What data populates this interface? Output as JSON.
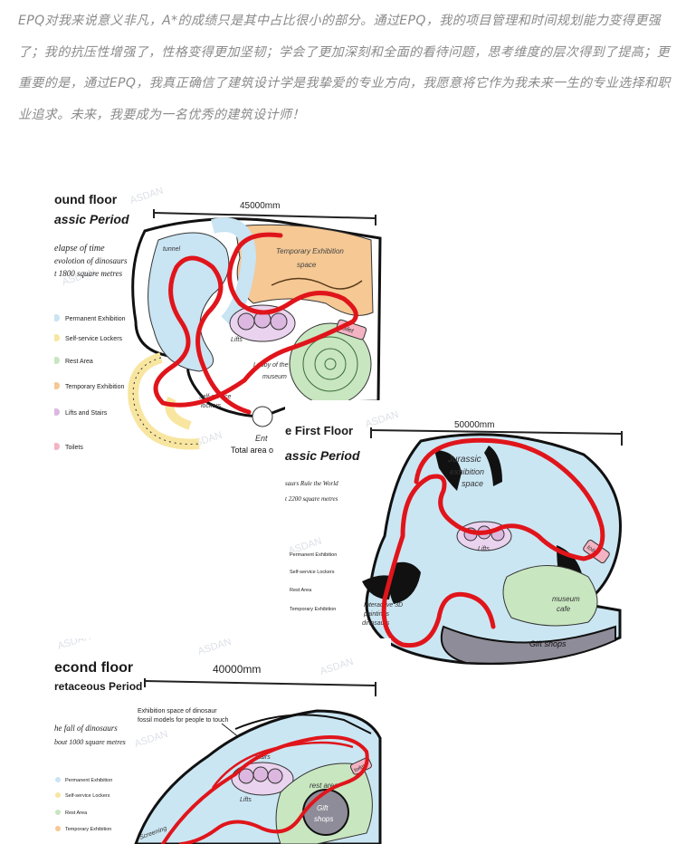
{
  "article": {
    "paragraph": "EPQ对我来说意义非凡，A*的成绩只是其中占比很小的部分。通过EPQ，我的项目管理和时间规划能力变得更强了；我的抗压性增强了，性格变得更加坚韧；学会了更加深刻和全面的看待问题，思考维度的层次得到了提高；更重要的是，通过EPQ，我真正确信了建筑设计学是我挚爱的专业方向，我愿意将它作为我未来一生的专业选择和职业追求。未来，我要成为一名优秀的建筑设计师！"
  },
  "watermark": "ASDAN",
  "ground_floor": {
    "floor_label": "ound floor",
    "period": "assic Period",
    "theme": "elapse of time",
    "theme2": "evolotion of dinosaurs",
    "area": "t 1800 square metres",
    "dimension": "45000mm",
    "legend": [
      "Permanent Exhibition",
      "Self-service Lockers",
      "Rest Area",
      "Temporary Exhibition",
      "Lifts and Stairs",
      "Toilets"
    ],
    "labels": {
      "tunnel": "tunnel",
      "temp": "Temporary Exhibition",
      "space": "space",
      "lifts": "Lifts",
      "lobby": "Lobby of the",
      "museum": "museum",
      "toilet": "toilet",
      "lockers1": "self-service",
      "lockers2": "lockers",
      "entrance": "Ent",
      "total": "Total area o"
    },
    "colors": {
      "permanent": "#c9e4f3",
      "lockers": "#f8e6a0",
      "rest": "#c8e6c0",
      "temporary": "#f5c894",
      "lifts": "#dcb8e0",
      "toilets": "#f3b3c2",
      "route": "#e0151b"
    }
  },
  "first_floor": {
    "floor_label": "e First Floor",
    "period": "assic Period",
    "theme": "saurs Rule the World",
    "area": "t 2200 square metres",
    "dimension": "50000mm",
    "legend": [
      "Permanent Exhibition",
      "Self-service Lockers",
      "Rest Area",
      "Temporary Exhibition"
    ],
    "labels": {
      "jurassic1": "Jurassic",
      "jurassic2": "exhibition",
      "jurassic3": "space",
      "lifts": "Lifts",
      "interactive1": "Interactive 3D",
      "interactive2": "paintings",
      "interactive3": "dinosaurs",
      "museum": "museum",
      "cafe": "cafe",
      "gift": "Gift shops",
      "toilet": "toilet"
    }
  },
  "second_floor": {
    "floor_label": "econd floor",
    "period": "retaceous Period",
    "theme": "he fall of dinosaurs",
    "area": "bout 1000 square metres",
    "dimension": "40000mm",
    "note1": "Exhibition space of dinosaur",
    "note2": "fossil models for people to touch",
    "legend": [
      "Permanent Exhibition",
      "Self-service Lockers",
      "Rest Area",
      "Temporary Exhibition"
    ],
    "labels": {
      "stairs": "stairs",
      "lifts": "Lifts",
      "rest": "rest area",
      "gift1": "Gift",
      "gift2": "shops",
      "screen": "Screening",
      "toilet": "toilet"
    }
  }
}
